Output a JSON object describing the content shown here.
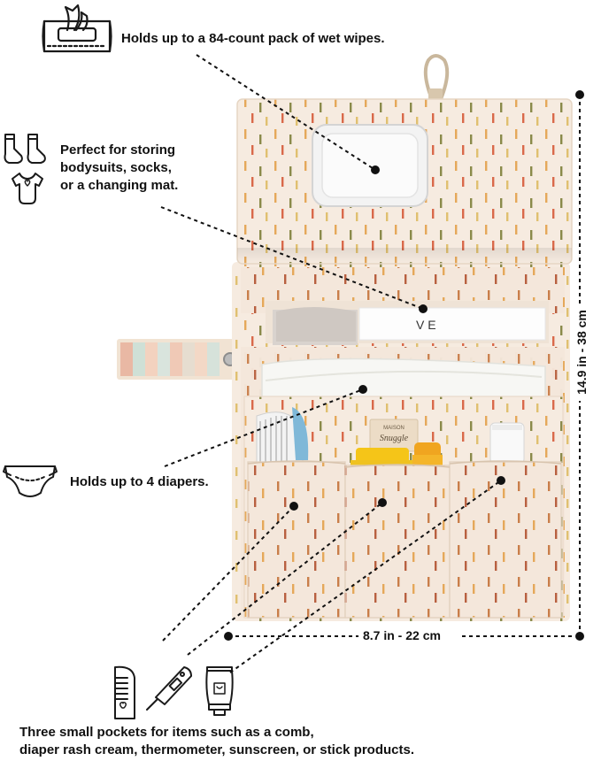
{
  "captions": {
    "wipes": "Holds up to a 84-count pack of wet wipes.",
    "storing_line1": "Perfect for storing",
    "storing_line2": "bodysuits, socks,",
    "storing_line3": "or a changing mat.",
    "diapers": "Holds up to 4 diapers.",
    "pockets_line1": "Three small pockets for items such as a comb,",
    "pockets_line2": "diaper rash cream, thermometer, sunscreen, or stick products."
  },
  "dimensions": {
    "height": "14.9 in - 38 cm",
    "width": "8.7 in - 22 cm"
  },
  "product": {
    "brand_tag_small": "MAISON",
    "brand_tag_large": "Snuggle",
    "bodysuit_print": "V E"
  },
  "icons": {
    "wipes": "wet-wipes-pack-icon",
    "clothes": "socks-bodysuit-icon",
    "diaper": "diaper-icon",
    "comb": "comb-icon",
    "thermometer": "thermometer-icon",
    "cream": "cream-tube-icon"
  },
  "colors": {
    "fabric": "#f6ebe0",
    "dash_colors": [
      "#e5a85a",
      "#c97e4a",
      "#8a8a4a",
      "#d9694a",
      "#e0c070",
      "#b86040"
    ],
    "accent_yellow": "#f5c518",
    "comb_blue": "#7fb8d8"
  }
}
